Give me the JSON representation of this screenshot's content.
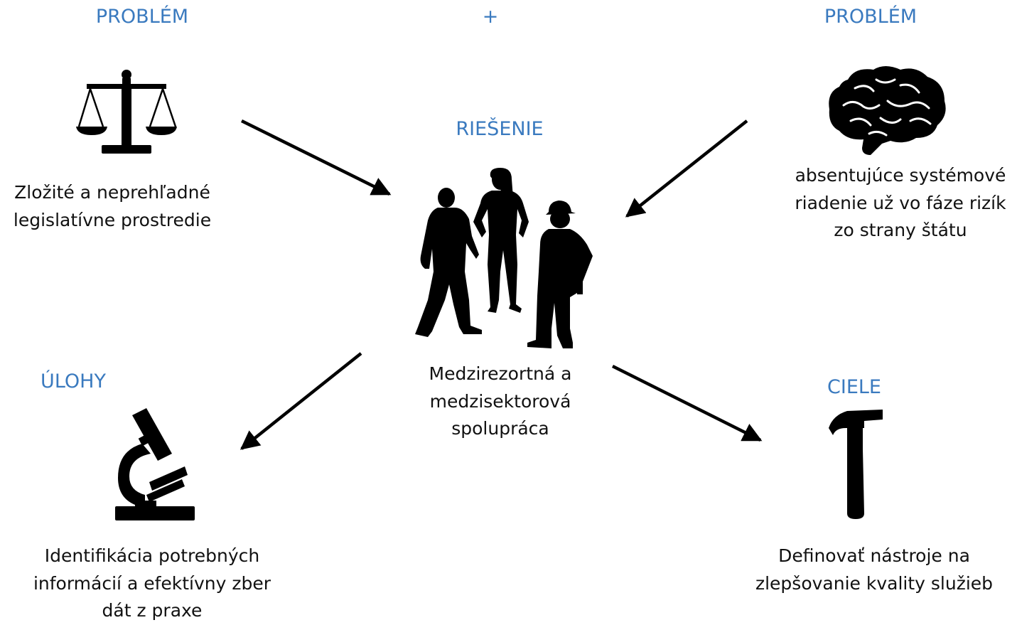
{
  "nodes": {
    "problem_left": {
      "heading": "PROBLÉM",
      "lines": [
        "Zložité a neprehľadné",
        "legislatívne prostredie"
      ],
      "icon": "scales-of-justice-icon"
    },
    "plus": {
      "heading": "+"
    },
    "problem_right": {
      "heading": "PROBLÉM",
      "lines": [
        "absentujúce systémové",
        "riadenie už  vo fáze rizík",
        "zo strany štátu"
      ],
      "icon": "brain-icon"
    },
    "solution": {
      "heading": "RIEŠENIE",
      "lines": [
        "Medzirezortná a",
        "medzisektorová",
        "spolupráca"
      ],
      "icon": "people-group-icon"
    },
    "tasks": {
      "heading": "ÚLOHY",
      "lines": [
        "Identifikácia potrebných",
        "informácií a efektívny zber",
        "dát  z praxe"
      ],
      "icon": "microscope-icon"
    },
    "goals": {
      "heading": "CIELE",
      "lines": [
        "Definovať nástroje na",
        "zlepšovanie kvality služieb"
      ],
      "icon": "hammer-icon"
    }
  },
  "edges": [
    {
      "from": "problem_left",
      "to": "solution"
    },
    {
      "from": "problem_right",
      "to": "solution"
    },
    {
      "from": "solution",
      "to": "tasks"
    },
    {
      "from": "solution",
      "to": "goals"
    }
  ],
  "colors": {
    "heading": "#3a7abf",
    "text": "#111111",
    "icon": "#000000"
  }
}
